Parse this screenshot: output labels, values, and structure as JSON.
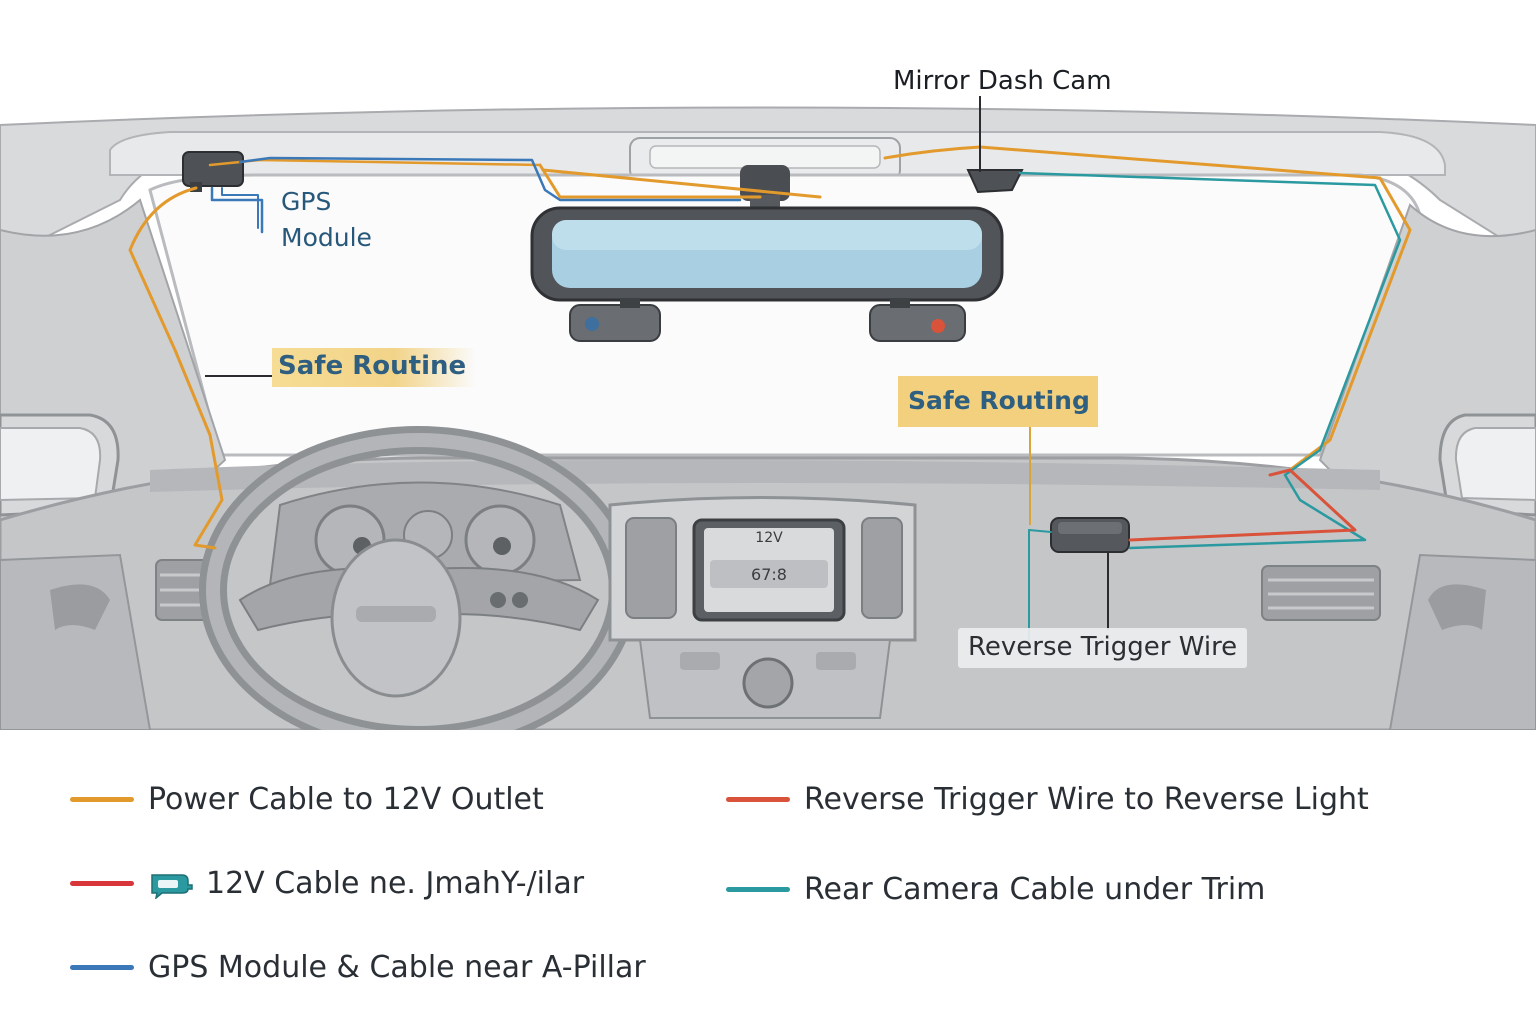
{
  "callouts": {
    "mirror_dash_cam": "Mirror Dash Cam",
    "gps_module_line1": "GPS",
    "gps_module_line2": "Module",
    "safe_routing_left": "Safe Routine",
    "safe_routing_right": "Safe Routing",
    "reverse_trigger_wire": "Reverse Trigger Wire"
  },
  "display": {
    "screen_top": "12V",
    "screen_readout": "67:8"
  },
  "legend": [
    {
      "label": "Power Cable to 12V Outlet",
      "color": "#e39a2d"
    },
    {
      "label": "12V Cable ne. JmahY-/ilar",
      "color": "#d8363a"
    },
    {
      "label": "GPS Module & Cable near A-Pillar",
      "color": "#3a78b8"
    },
    {
      "label": "Reverse Trigger Wire to Reverse Light",
      "color": "#d9533a"
    },
    {
      "label": "Rear Camera Cable under Trim",
      "color": "#2a9aa0"
    }
  ],
  "colors": {
    "power": "#e39a2d",
    "gps": "#3a78b8",
    "rear_camera": "#2a9aa0",
    "reverse": "#d9533a",
    "highlight": "#f3d07e"
  }
}
